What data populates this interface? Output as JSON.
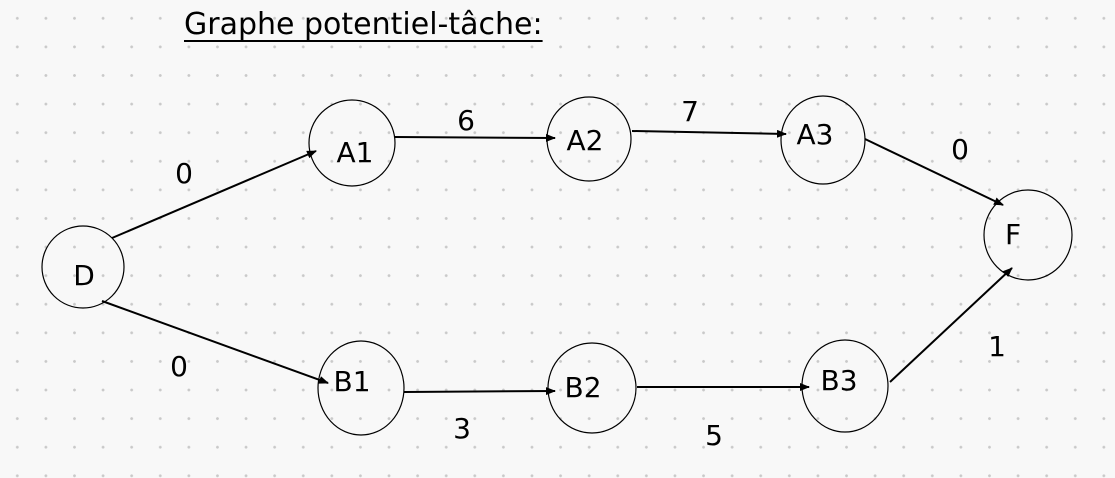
{
  "title": "Graphe potentiel-tâche:",
  "nodes": [
    {
      "id": "D",
      "label": "D"
    },
    {
      "id": "A1",
      "label": "A1"
    },
    {
      "id": "A2",
      "label": "A2"
    },
    {
      "id": "A3",
      "label": "A3"
    },
    {
      "id": "B1",
      "label": "B1"
    },
    {
      "id": "B2",
      "label": "B2"
    },
    {
      "id": "B3",
      "label": "B3"
    },
    {
      "id": "F",
      "label": "F"
    }
  ],
  "edges": [
    {
      "from": "D",
      "to": "A1",
      "weight": "0"
    },
    {
      "from": "A1",
      "to": "A2",
      "weight": "6"
    },
    {
      "from": "A2",
      "to": "A3",
      "weight": "7"
    },
    {
      "from": "A3",
      "to": "F",
      "weight": "0"
    },
    {
      "from": "D",
      "to": "B1",
      "weight": "0"
    },
    {
      "from": "B1",
      "to": "B2",
      "weight": "3"
    },
    {
      "from": "B2",
      "to": "B3",
      "weight": "5"
    },
    {
      "from": "B3",
      "to": "F",
      "weight": "1"
    }
  ]
}
